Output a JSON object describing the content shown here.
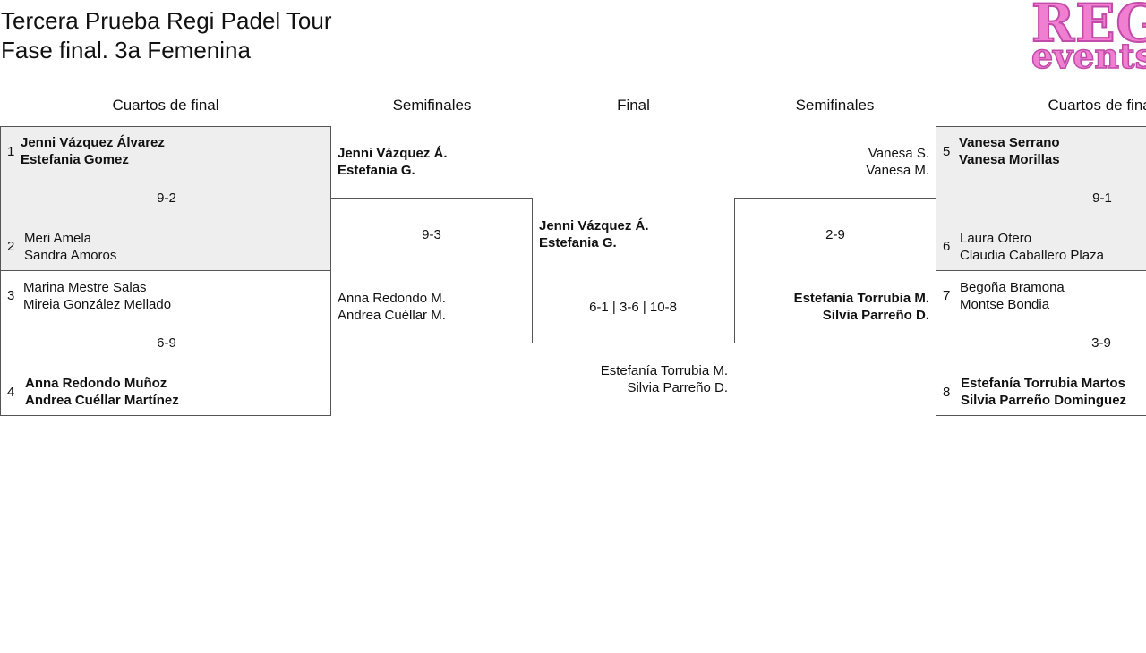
{
  "title": {
    "line1": "Tercera Prueba Regi Padel Tour",
    "line2": "Fase final. 3a Femenina"
  },
  "logo": {
    "line1": "REGI",
    "line2": "events"
  },
  "rounds": {
    "left_qf": "Cuartos de final",
    "left_sf": "Semifinales",
    "final": "Final",
    "right_sf": "Semifinales",
    "right_qf": "Cuartos de final"
  },
  "left_qf": [
    {
      "seed_a": "1",
      "team_a": [
        "Jenni Vázquez Álvarez",
        "Estefania Gomez"
      ],
      "winner": "a",
      "score": "9-2",
      "seed_b": "2",
      "team_b": [
        "Meri Amela",
        "Sandra Amoros"
      ]
    },
    {
      "seed_a": "3",
      "team_a": [
        "Marina Mestre Salas",
        "Mireia González Mellado"
      ],
      "winner": "b",
      "score": "6-9",
      "seed_b": "4",
      "team_b": [
        "Anna Redondo Muñoz",
        "Andrea Cuéllar Martínez"
      ]
    }
  ],
  "left_sf": {
    "team_a": [
      "Jenni Vázquez Á.",
      "Estefania G."
    ],
    "score": "9-3",
    "team_b": [
      "Anna Redondo M.",
      "Andrea Cuéllar M."
    ]
  },
  "final": {
    "team_a": [
      "Jenni Vázquez Á.",
      "Estefania G."
    ],
    "score": "6-1 | 3-6 | 10-8",
    "team_b": [
      "Estefanía Torrubia M.",
      "Silvia Parreño D."
    ]
  },
  "right_sf": {
    "team_a": [
      "Vanesa S.",
      "Vanesa M."
    ],
    "score": "2-9",
    "team_b": [
      "Estefanía Torrubia M.",
      "Silvia Parreño D."
    ]
  },
  "right_qf": [
    {
      "seed_a": "5",
      "team_a": [
        "Vanesa Serrano",
        "Vanesa Morillas"
      ],
      "winner": "a",
      "score": "9-1",
      "seed_b": "6",
      "team_b": [
        "Laura Otero",
        "Claudia Caballero Plaza"
      ]
    },
    {
      "seed_a": "7",
      "team_a": [
        "Begoña Bramona",
        "Montse Bondia"
      ],
      "winner": "b",
      "score": "3-9",
      "seed_b": "8",
      "team_b": [
        "Estefanía Torrubia Martos",
        "Silvia Parreño Dominguez"
      ]
    }
  ]
}
